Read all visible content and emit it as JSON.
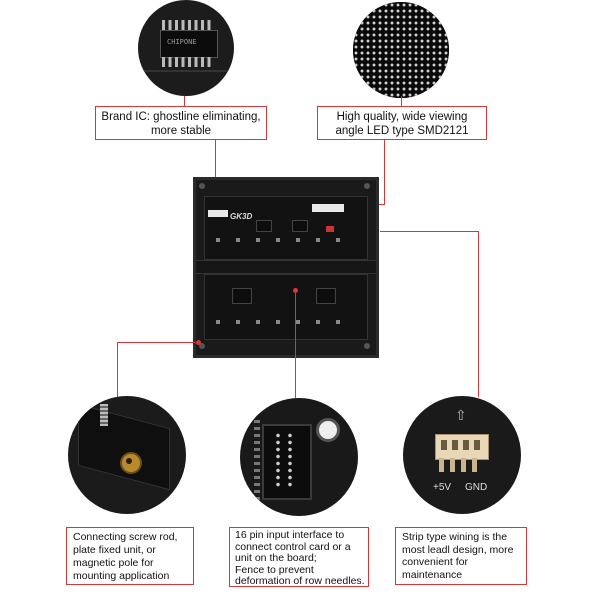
{
  "captions": {
    "brand_ic": {
      "line1": "Brand IC: ghostline eliminating,",
      "line2": "more stable"
    },
    "led_type": {
      "line1": "High quality, wide viewing",
      "line2": "angle LED type SMD2121"
    },
    "screw_rod": {
      "line1": "Connecting screw rod,",
      "line2": "plate fixed unit, or",
      "line3": "magnetic pole for",
      "line4": "mounting application"
    },
    "input_interface": {
      "line1": "16 pin input interface to",
      "line2": "connect control card or a",
      "line3": "unit on the board;",
      "line4": "Fence to prevent",
      "line5": "deformation of row needles."
    },
    "strip_wiring": {
      "line1": "Strip type wining is the",
      "line2": "most leadl design, more",
      "line3": "convenient for",
      "line4": "maintenance"
    }
  },
  "panel": {
    "logo": "GK3D"
  },
  "power_connector": {
    "plus_label": "+5V",
    "gnd_label": "GND"
  },
  "chip_marking": "CHIPONE",
  "colors": {
    "accent_line": "#d23a3a",
    "board": "#1a1a1a"
  }
}
